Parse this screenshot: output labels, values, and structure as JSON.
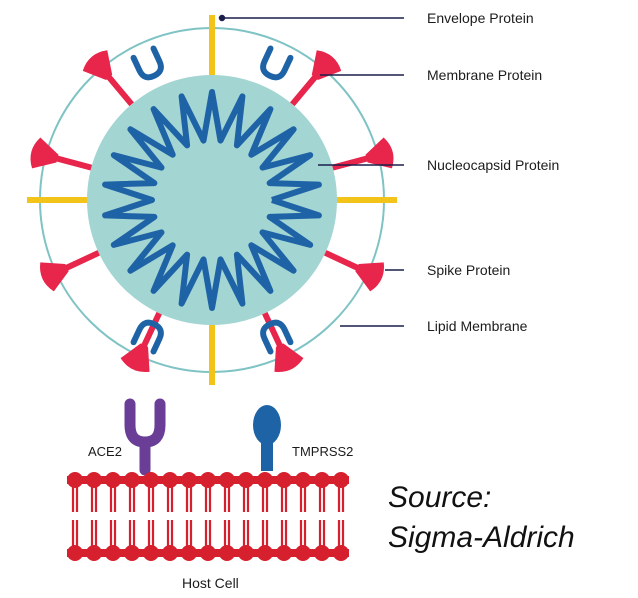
{
  "labels": {
    "envelope": "Envelope Protein",
    "membrane": "Membrane Protein",
    "nucleocapsid": "Nucleocapsid Protein",
    "spike": "Spike Protein",
    "lipid": "Lipid Membrane",
    "ace2": "ACE2",
    "tmprss2": "TMPRSS2",
    "host_cell": "Host Cell"
  },
  "source": {
    "line1": "Source:",
    "line2": "Sigma-Aldrich"
  },
  "colors": {
    "spike": "#e8254b",
    "envelope": "#f2c318",
    "membrane_protein": "#1f63a7",
    "capsid_fill": "#a3d5d3",
    "rna": "#1f63a7",
    "lipid_line": "#7fc3c4",
    "ace2": "#6a3d96",
    "tmprss2": "#1f63a7",
    "host": "#d6202e",
    "leader": "#1b1f4a"
  }
}
